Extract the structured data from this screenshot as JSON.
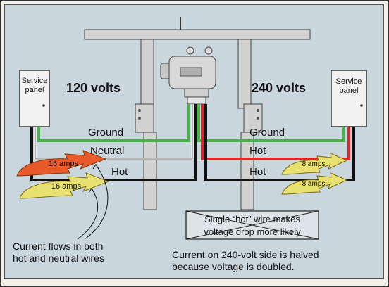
{
  "diagram": {
    "colors": {
      "background": "#c9d6dd",
      "frame": "#d2d2d2",
      "ground_wire": "#49b34a",
      "hot_wire_240": "#e0262b",
      "neutral_wire": "#e8e8e8",
      "hot_wire_black": "#111111",
      "bolt_hot": "#e85a2a",
      "bolt_cool": "#e8e070"
    },
    "left": {
      "panel_label_line1": "Service",
      "panel_label_line2": "panel",
      "voltage": "120 volts",
      "wire_ground": "Ground",
      "wire_neutral": "Neutral",
      "wire_hot": "Hot",
      "current_top": "16 amps",
      "current_bottom": "16 amps",
      "caption_line1": "Current flows in both",
      "caption_line2": "hot and neutral wires"
    },
    "right": {
      "panel_label_line1": "Service",
      "panel_label_line2": "panel",
      "voltage": "240 volts",
      "wire_ground": "Ground",
      "wire_hot_1": "Hot",
      "wire_hot_2": "Hot",
      "current_top": "8 amps",
      "current_bottom": "8 amps",
      "note_line1": "Single “hot” wire makes",
      "note_line2": "voltage drop more likely",
      "caption_line1": "Current on 240-volt side is halved",
      "caption_line2": "because voltage is doubled."
    }
  }
}
